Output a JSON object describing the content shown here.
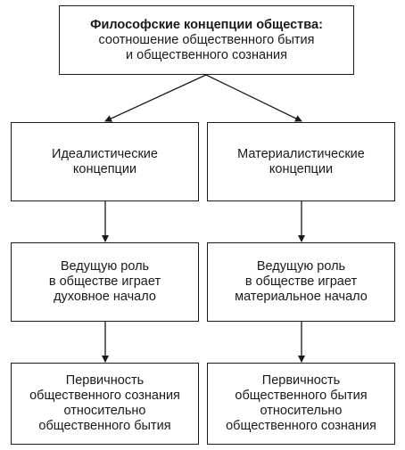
{
  "diagram": {
    "title": {
      "heading": "Философские концепции общества:",
      "line2": "соотношение общественного бытия",
      "line3": "и общественного сознания"
    },
    "left": {
      "concept": [
        "Идеалистические",
        "концепции"
      ],
      "role": [
        "Ведущую роль",
        "в обществе играет",
        "духовное начало"
      ],
      "primacy": [
        "Первичность",
        "общественного сознания",
        "относительно",
        "общественного бытия"
      ]
    },
    "right": {
      "concept": [
        "Материалистические",
        "концепции"
      ],
      "role": [
        "Ведущую роль",
        "в обществе играет",
        "материальное начало"
      ],
      "primacy": [
        "Первичность",
        "общественного бытия",
        "относительно",
        "общественного сознания"
      ]
    },
    "colors": {
      "line": "#1a1a1a",
      "box_border": "#1a1a1a",
      "background": "#ffffff"
    }
  }
}
